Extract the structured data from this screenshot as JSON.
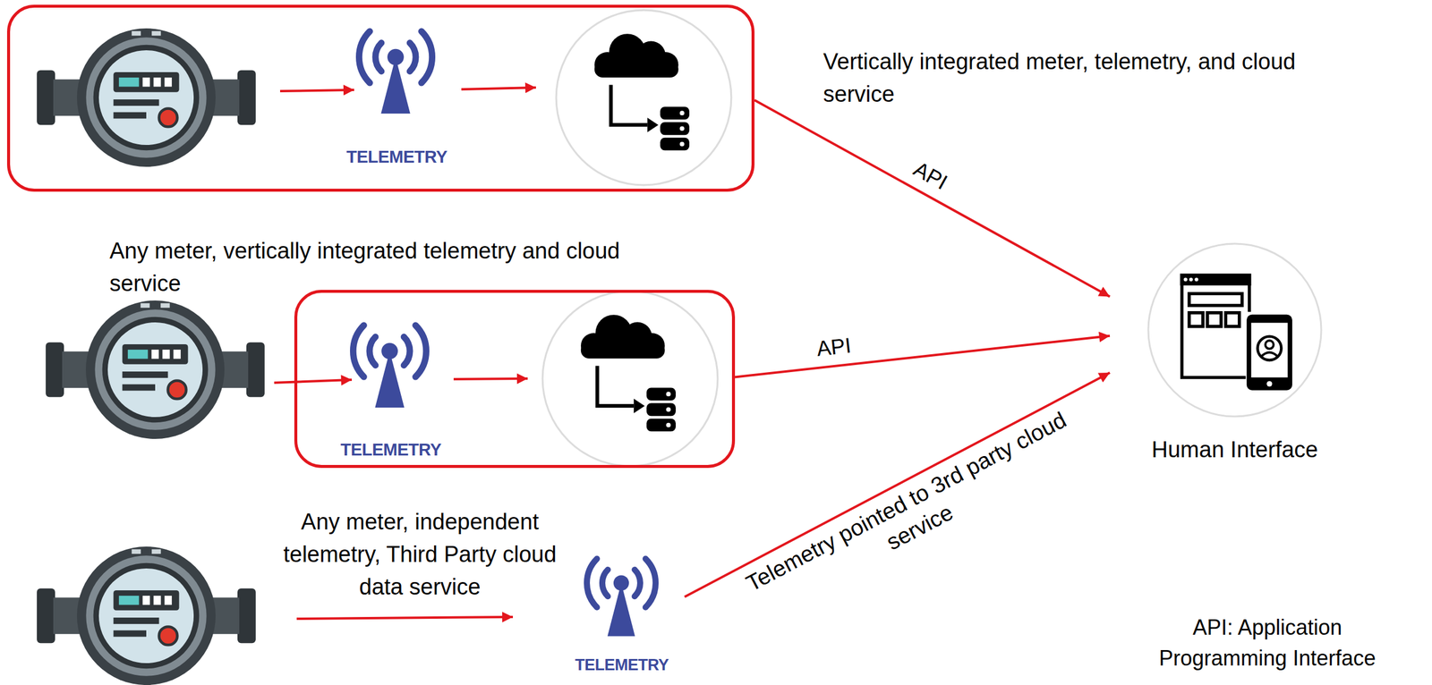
{
  "diagram": {
    "nodes": [
      {
        "text": [
          "Vertically integrated meter, telemetry, and cloud service"
        ]
      },
      {
        "text": [
          "TELEMETRY"
        ],
        "in": 0
      },
      {
        "text": [
          "Any meter, vertically integrated telemetry and cloud service"
        ]
      },
      {
        "text": [
          "TELEMETRY"
        ],
        "in": 2
      },
      {
        "text": [
          "TELEMETRY"
        ]
      },
      {
        "text": [
          "Human Interface"
        ]
      }
    ],
    "edges": [
      {
        "from": 0,
        "to": 5,
        "arrow": "to",
        "label": "API"
      },
      {
        "from": 2,
        "to": 5,
        "arrow": "to",
        "label": "API"
      },
      {
        "from": 4,
        "to": 5,
        "arrow": "to",
        "label": "Telemetry pointed to 3rd party cloud service"
      }
    ],
    "labels": [
      "Any meter, independent telemetry, Third Party cloud data service",
      "API: Application Programming Interface"
    ]
  }
}
